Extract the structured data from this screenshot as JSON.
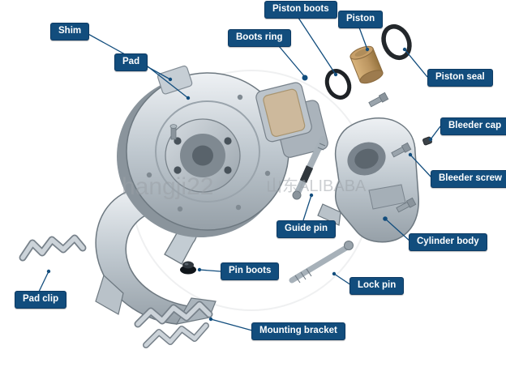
{
  "diagram": {
    "title": "disc-brake-exploded-view",
    "labels": {
      "shim": "Shim",
      "pad": "Pad",
      "piston_boots": "Piston boots",
      "piston": "Piston",
      "boots_ring": "Boots ring",
      "piston_seal": "Piston seal",
      "bleeder_cap": "Bleeder cap",
      "bleeder_screw": "Bleeder screw",
      "guide_pin": "Guide pin",
      "cylinder_body": "Cylinder body",
      "lock_pin": "Lock pin",
      "pin_boots": "Pin boots",
      "pad_clip": "Pad clip",
      "mounting_bracket": "Mounting bracket"
    },
    "watermark": {
      "left": "hangji22",
      "right": "山东ALIBABA"
    },
    "colors": {
      "label_bg": "#124d7d",
      "label_text": "#ffffff",
      "leader_line": "#124d7d",
      "metal": "#b9c2c9",
      "pad_friction": "#cdb99c",
      "piston_tan": "#c9a46e",
      "rubber_black": "#23272b"
    }
  }
}
